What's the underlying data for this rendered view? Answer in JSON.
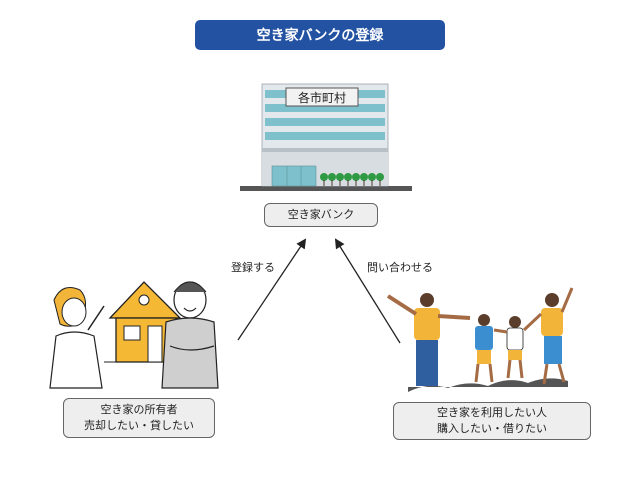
{
  "title": "空き家バンクの登録",
  "municipality": {
    "sign": "各市町村",
    "label": "空き家バンク"
  },
  "owner": {
    "line1": "空き家の所有者",
    "line2": "売却したい・貸したい"
  },
  "user": {
    "line1": "空き家を利用したい人",
    "line2": "購入したい・借りたい"
  },
  "arrows": {
    "register": "登録する",
    "inquire": "問い合わせる"
  },
  "colors": {
    "title_bg": "#2352a3",
    "house_yellow": "#f5b835",
    "shirt_yellow": "#f2b53a",
    "shirt_blue": "#3b8fd0"
  }
}
